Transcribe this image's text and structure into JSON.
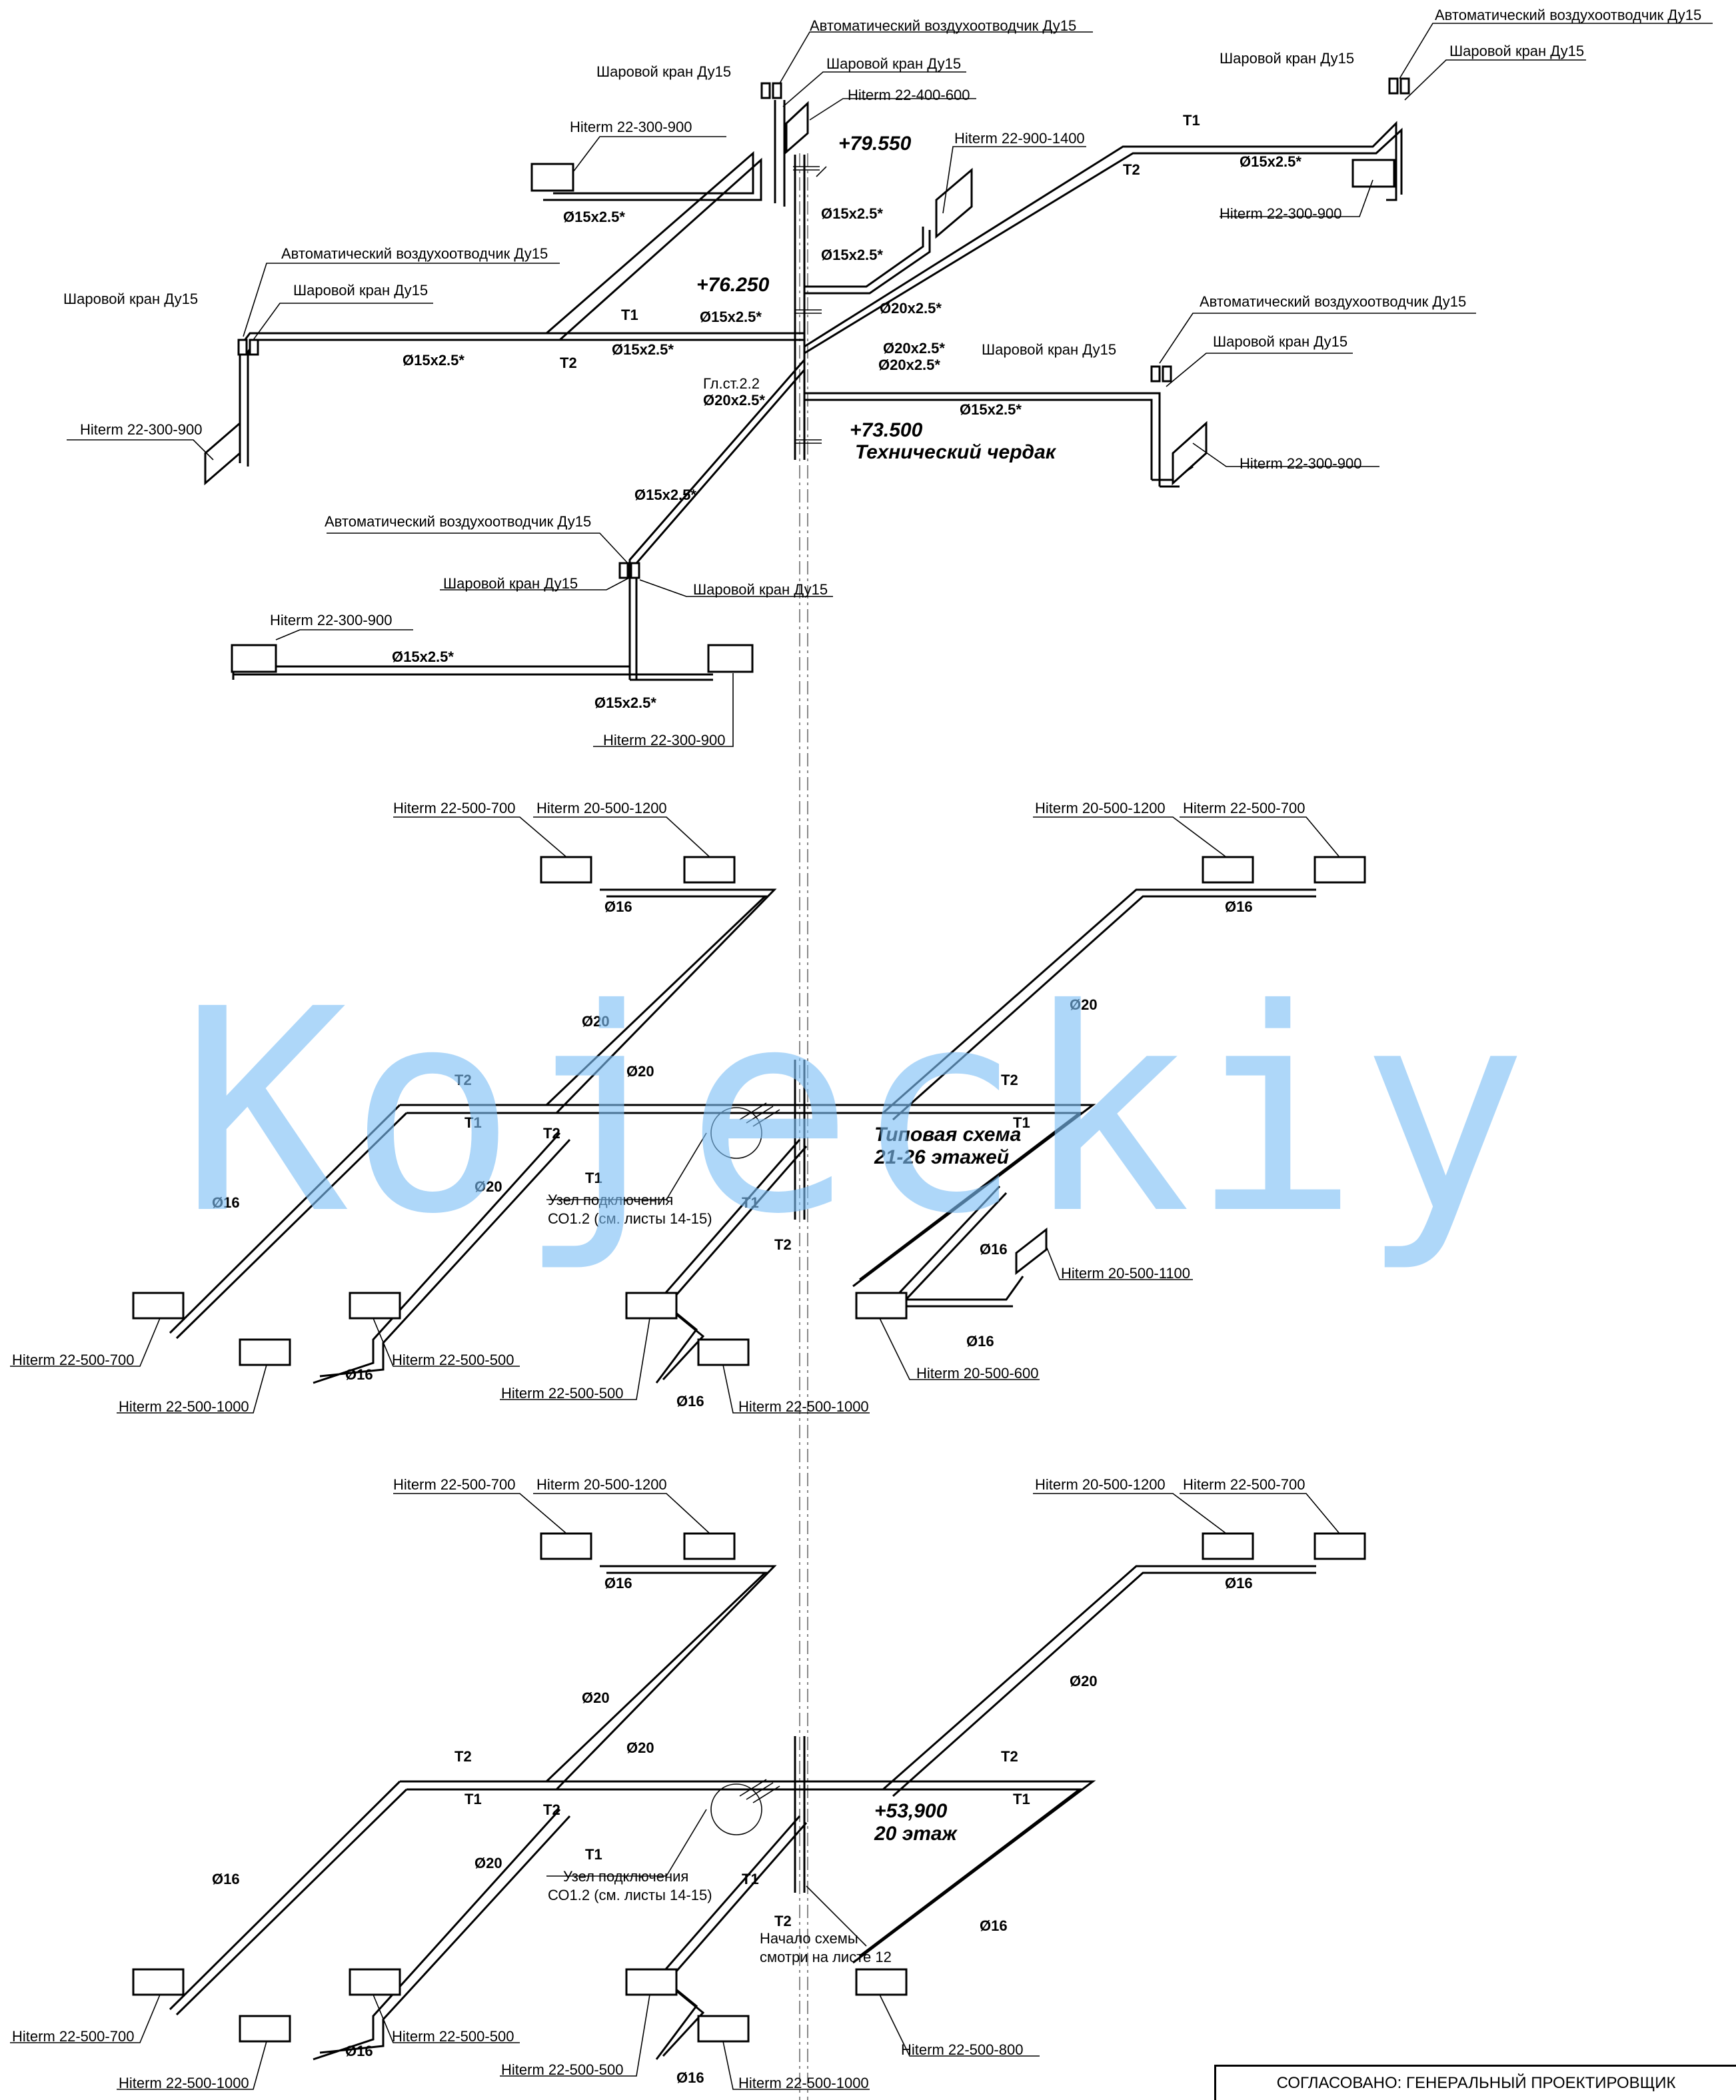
{
  "attic": {
    "valve_labels": {
      "air_vent": "Автоматический воздухоотводчик Ду15",
      "ball_valve": "Шаровой кран Ду15"
    },
    "radiators": {
      "r1": "Hiterm 22-300-900",
      "r2": "Hiterm 22-400-600",
      "r3": "Hiterm 22-900-1400",
      "r4": "Hiterm 22-300-900",
      "r5": "Hiterm 22-300-900",
      "r6": "Hiterm 22-300-900",
      "r7": "Hiterm 22-300-900",
      "r8": "Hiterm 22-300-900"
    },
    "pipe_labels": {
      "d15": "Ø15x2.5*",
      "d20": "Ø20x2.5*",
      "riser": "Гл.ст.2.2",
      "t1": "T1",
      "t2": "T2"
    },
    "levels": {
      "l1": "+79.550",
      "l2": "+76.250",
      "l3": "+73.500",
      "l3_caption": "Технический чердак"
    }
  },
  "typical": {
    "radiators": {
      "tl1": "Hiterm 22-500-700",
      "tl2": "Hiterm 20-500-1200",
      "tr1": "Hiterm 20-500-1200",
      "tr2": "Hiterm 22-500-700",
      "bl1": "Hiterm 22-500-700",
      "bl2": "Hiterm 22-500-1000",
      "bl3": "Hiterm 22-500-500",
      "bm1": "Hiterm 22-500-500",
      "bm2": "Hiterm 22-500-1000",
      "br1": "Hiterm 20-500-1100",
      "br2": "Hiterm 20-500-600"
    },
    "pipe_labels": {
      "d16": "Ø16",
      "d20": "Ø20",
      "t1": "T1",
      "t2": "T2"
    },
    "node": "Узел подключения",
    "node_ref": "СО1.2 (см. листы 14-15)",
    "title": "Типовая схема",
    "floors": "21-26 этажей"
  },
  "floor20": {
    "radiators": {
      "tl1": "Hiterm 22-500-700",
      "tl2": "Hiterm 20-500-1200",
      "tr1": "Hiterm 20-500-1200",
      "tr2": "Hiterm 22-500-700",
      "bl1": "Hiterm 22-500-700",
      "bl2": "Hiterm 22-500-1000",
      "bl3": "Hiterm 22-500-500",
      "bm1": "Hiterm 22-500-500",
      "bm2": "Hiterm 22-500-1000",
      "br1": "Hiterm 22-500-800"
    },
    "pipe_labels": {
      "d16": "Ø16",
      "d20": "Ø20",
      "t1": "T1",
      "t2": "T2"
    },
    "node": "Узел подключения",
    "node_ref": "СО1.2 (см. листы 14-15)",
    "level": "+53,900",
    "floor": "20 этаж",
    "start_note_1": "Начало схемы",
    "start_note_2": "смотри на листе 12"
  },
  "watermark": "Kojeckiy",
  "stamp": "СОГЛАСОВАНО:  ГЕНЕРАЛЬНЫЙ ПРОЕКТИРОВЩИК"
}
